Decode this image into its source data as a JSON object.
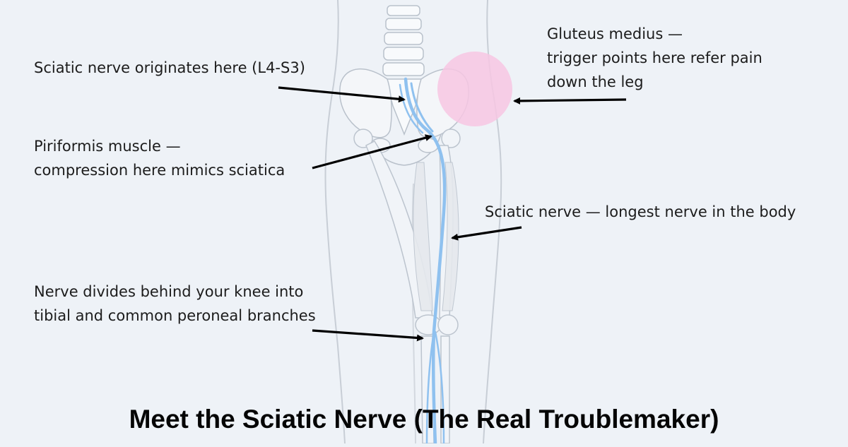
{
  "title": "Meet the Sciatic Nerve (The Real Troublemaker)",
  "annotations": {
    "origin": {
      "lines": [
        "Sciatic nerve originates here (L4-S3)"
      ]
    },
    "gluteus": {
      "lines": [
        "Gluteus medius —",
        "trigger points here refer pain",
        "down the leg"
      ]
    },
    "piriformis": {
      "lines": [
        "Piriformis muscle —",
        "compression here mimics sciatica"
      ]
    },
    "sciatic": {
      "lines": [
        "Sciatic nerve — longest nerve in the body"
      ]
    },
    "knee": {
      "lines": [
        "Nerve divides behind your knee into",
        "tibial and common peroneal branches"
      ]
    }
  },
  "colors": {
    "background": "#eef2f7",
    "nerve": "#8fc1ef",
    "highlight": "#f7c7e3",
    "arrow": "#000000",
    "outline": "#c8ced6"
  }
}
